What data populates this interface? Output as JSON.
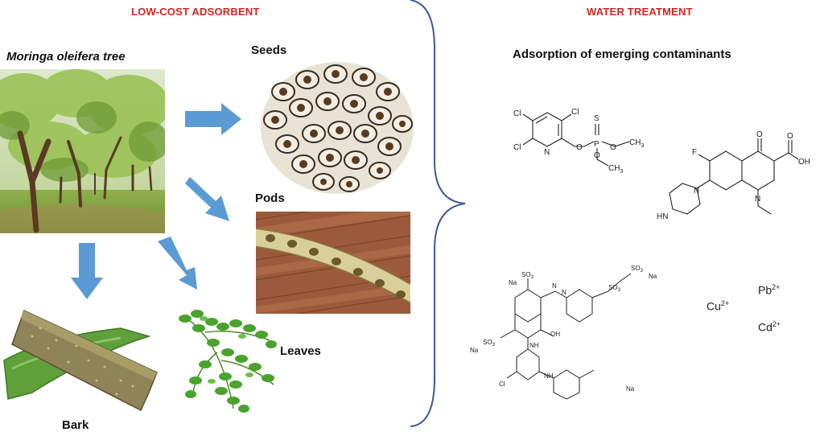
{
  "headers": {
    "left": "LOW-COST ADSORBENT",
    "right": "WATER TREATMENT"
  },
  "labels": {
    "tree": "Moringa oleifera tree",
    "seeds": "Seeds",
    "pods": "Pods",
    "leaves": "Leaves",
    "bark": "Bark",
    "contaminants": "Adsorption of emerging contaminants"
  },
  "molecules": {
    "chlorpyrifos": {
      "cl1": "Cl",
      "cl2": "Cl",
      "cl3": "Cl",
      "n": "N",
      "o1": "O",
      "p": "P",
      "s": "S",
      "o2": "O",
      "ch3a": "CH",
      "ch3b": "CH",
      "o3": "O"
    },
    "quinolone": {
      "f": "F",
      "o": "O",
      "oh": "OH",
      "n1": "N",
      "n2": "N",
      "hn": "HN",
      "o2": "O"
    },
    "dye": {
      "na1": "Na",
      "na2": "Na",
      "na3": "Na",
      "na4": "Na",
      "so3a": "SO",
      "so3b": "SO",
      "so3c": "SO",
      "so3d": "SO",
      "oh": "OH",
      "nh1": "NH",
      "nh2": "NH",
      "cl": "Cl",
      "n1": "N",
      "n2": "N"
    }
  },
  "ions": {
    "cu": {
      "symbol": "Cu",
      "charge": "2+"
    },
    "pb": {
      "symbol": "Pb",
      "charge": "2+"
    },
    "cd": {
      "symbol": "Cd",
      "charge": "2+"
    }
  },
  "colors": {
    "header": "#d9231d",
    "arrow": "#5b9bd5",
    "brace": "#3b5b92"
  }
}
